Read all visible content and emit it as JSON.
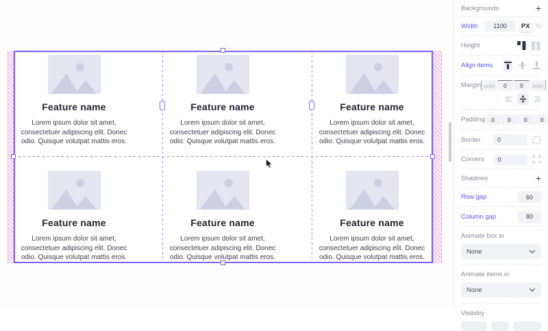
{
  "canvas": {
    "card": {
      "heading": "Feature name",
      "body_lines": [
        "Lorem ipsum dolor sit amet,",
        "consectetuer adipiscing elit. Donec",
        "odio. Quisque volutpat mattis eros."
      ]
    },
    "grid": {
      "rows": 2,
      "columns": 3
    },
    "selection_color": "#7E62F2",
    "margin_hatch_color": "#F2A9E3"
  },
  "sidebar": {
    "accent_color": "#5B53EE",
    "backgrounds": {
      "label": "Backgrounds"
    },
    "width": {
      "label": "Width",
      "value": "1100",
      "units": [
        "PX",
        "%"
      ],
      "selected_unit": "PX"
    },
    "height": {
      "label": "Height"
    },
    "align_items": {
      "label": "Align items"
    },
    "margin": {
      "label": "Margin",
      "values": [
        "auto",
        "0",
        "0",
        "auto"
      ]
    },
    "padding": {
      "label": "Padding",
      "values": [
        "0",
        "0",
        "0",
        "0"
      ]
    },
    "border": {
      "label": "Border",
      "value": "0"
    },
    "corners": {
      "label": "Corners",
      "value": "0"
    },
    "shadows": {
      "label": "Shadows"
    },
    "row_gap": {
      "label": "Row gap",
      "value": "60"
    },
    "column_gap": {
      "label": "Column gap",
      "value": "80"
    },
    "animate_box_in": {
      "label": "Animate box in",
      "value": "None"
    },
    "animate_items_in": {
      "label": "Animate items in",
      "value": "None"
    },
    "visibility": {
      "label": "Visibility"
    }
  }
}
